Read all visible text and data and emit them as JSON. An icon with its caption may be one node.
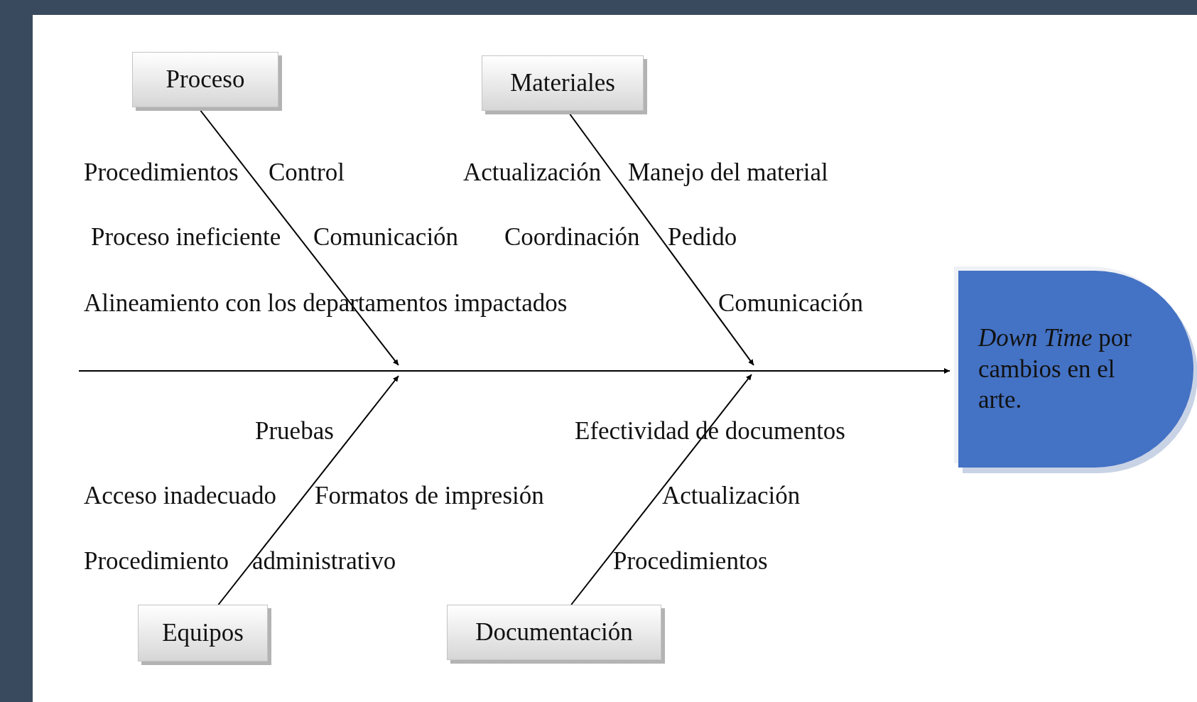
{
  "diagram": {
    "nodes": [
      {
        "text": [
          "Proceso"
        ]
      },
      {
        "text": [
          "Materiales"
        ]
      },
      {
        "text": [
          "Equipos"
        ]
      },
      {
        "text": [
          "Documentación"
        ]
      },
      {
        "text": [
          "*Down Time* por cambios en el arte."
        ]
      }
    ],
    "edges": [
      {
        "from": 0,
        "to": null,
        "arrow": "to"
      },
      {
        "from": 1,
        "to": null,
        "arrow": "to"
      },
      {
        "from": 2,
        "to": null,
        "arrow": "to"
      },
      {
        "from": 3,
        "to": null,
        "arrow": "to"
      },
      {
        "from": null,
        "to": 4,
        "arrow": "to"
      }
    ],
    "labels": [
      "Procedimientos",
      "Control",
      "Actualización",
      "Manejo del material",
      "Proceso ineficiente",
      "Comunicación",
      "Coordinación",
      "Pedido",
      "Alineamiento con los departamentos impactados",
      "Comunicación",
      "Pruebas",
      "Efectividad de documentos",
      "Acceso inadecuado",
      "Formatos de impresión",
      "Actualización",
      "Procedimiento",
      "administrativo",
      "Procedimientos"
    ]
  }
}
